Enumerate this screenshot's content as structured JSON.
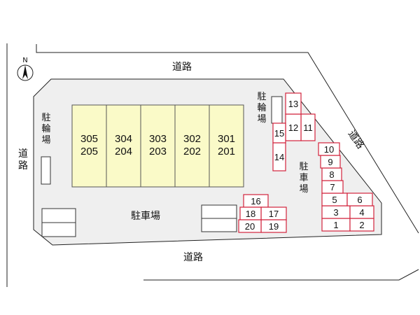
{
  "compass": {
    "label": "N"
  },
  "roads": {
    "north": "道路",
    "west": "道路",
    "south": "道路",
    "east": "道路"
  },
  "building": {
    "units": [
      {
        "upper": "305",
        "lower": "205"
      },
      {
        "upper": "304",
        "lower": "204"
      },
      {
        "upper": "303",
        "lower": "203"
      },
      {
        "upper": "302",
        "lower": "202"
      },
      {
        "upper": "301",
        "lower": "201"
      }
    ]
  },
  "labels": {
    "bike_parking_left": "駐輪場",
    "bike_parking_right": "駐輪場",
    "parking_center": "駐車場",
    "parking_right": "駐車場"
  },
  "parking_spaces": [
    "1",
    "2",
    "3",
    "4",
    "5",
    "6",
    "7",
    "8",
    "9",
    "10",
    "11",
    "12",
    "13",
    "14",
    "15",
    "16",
    "17",
    "18",
    "19",
    "20"
  ],
  "colors": {
    "lot_fill": "#efefef",
    "building_fill": "#fafac8",
    "space_stroke": "#d2233c",
    "road_line": "#222222"
  }
}
